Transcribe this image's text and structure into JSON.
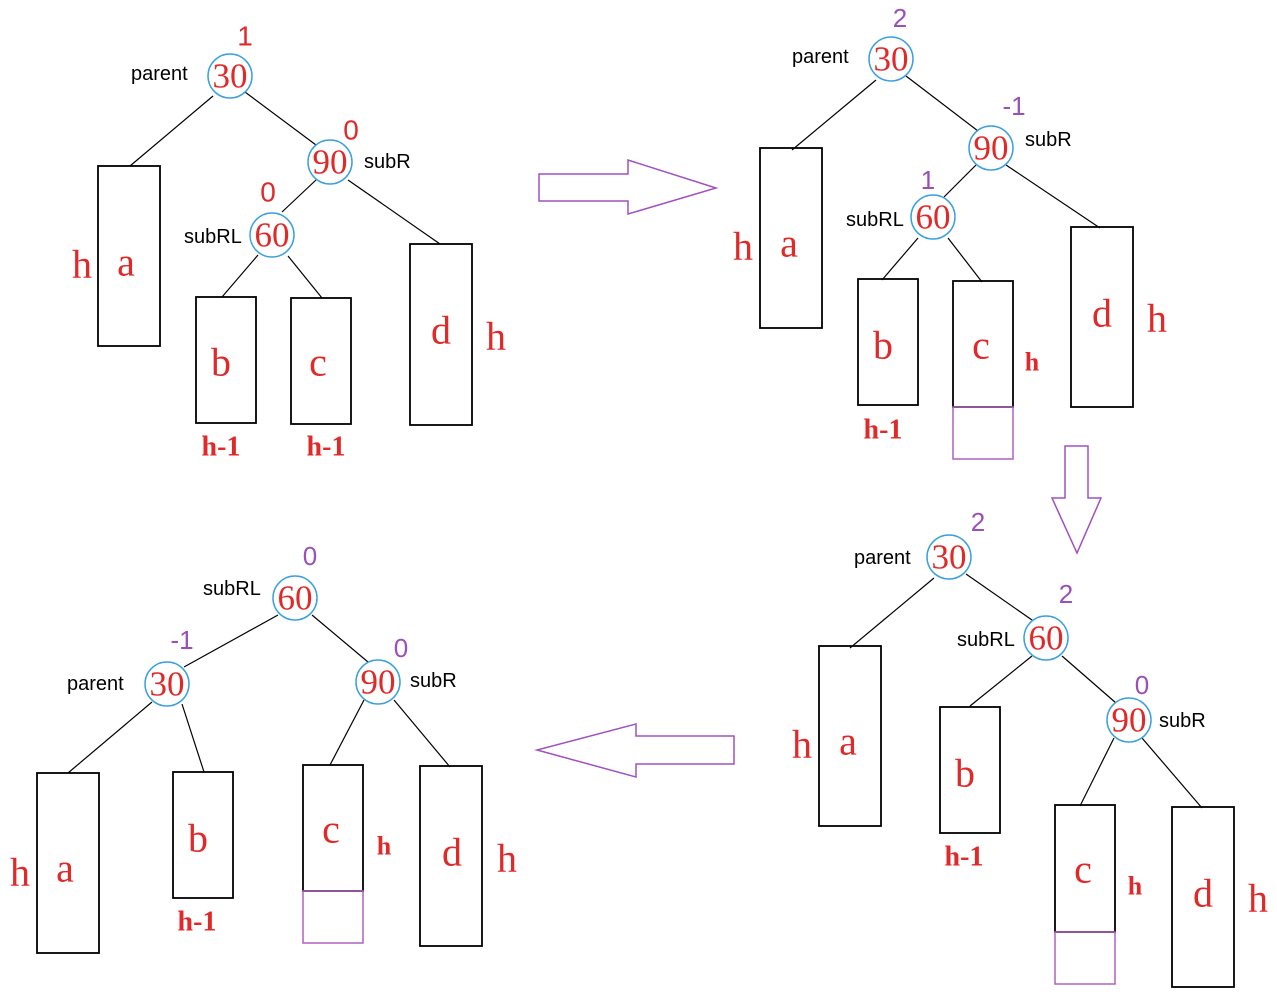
{
  "labels": {
    "parent": "parent",
    "subR": "subR",
    "subRL": "subRL",
    "height": "h",
    "height_minus_one": "h-1"
  },
  "panels": {
    "p1": {
      "nodes": {
        "n30": "30",
        "n90": "90",
        "n60": "60"
      },
      "bf": {
        "n30": "1",
        "n90": "0",
        "n60": "0"
      },
      "subtrees": {
        "a": "a",
        "b": "b",
        "c": "c",
        "d": "d"
      }
    },
    "p2": {
      "nodes": {
        "n30": "30",
        "n90": "90",
        "n60": "60"
      },
      "bf": {
        "n30": "2",
        "n90": "-1",
        "n60": "1"
      },
      "subtrees": {
        "a": "a",
        "b": "b",
        "c": "c",
        "d": "d"
      }
    },
    "p3": {
      "nodes": {
        "n30": "30",
        "n60": "60",
        "n90": "90"
      },
      "bf": {
        "n30": "2",
        "n60": "2",
        "n90": "0"
      },
      "subtrees": {
        "a": "a",
        "b": "b",
        "c": "c",
        "d": "d"
      }
    },
    "p4": {
      "nodes": {
        "n60": "60",
        "n30": "30",
        "n90": "90"
      },
      "bf": {
        "n60": "0",
        "n30": "-1",
        "n90": "0"
      },
      "subtrees": {
        "a": "a",
        "b": "b",
        "c": "c",
        "d": "d"
      }
    }
  },
  "colors": {
    "node_value": "#e02a2a",
    "node_circle": "#3aa0e0",
    "balance_initial": "#e02a2a",
    "balance_updated": "#9b4fb8",
    "arrow": "#a050c0"
  }
}
